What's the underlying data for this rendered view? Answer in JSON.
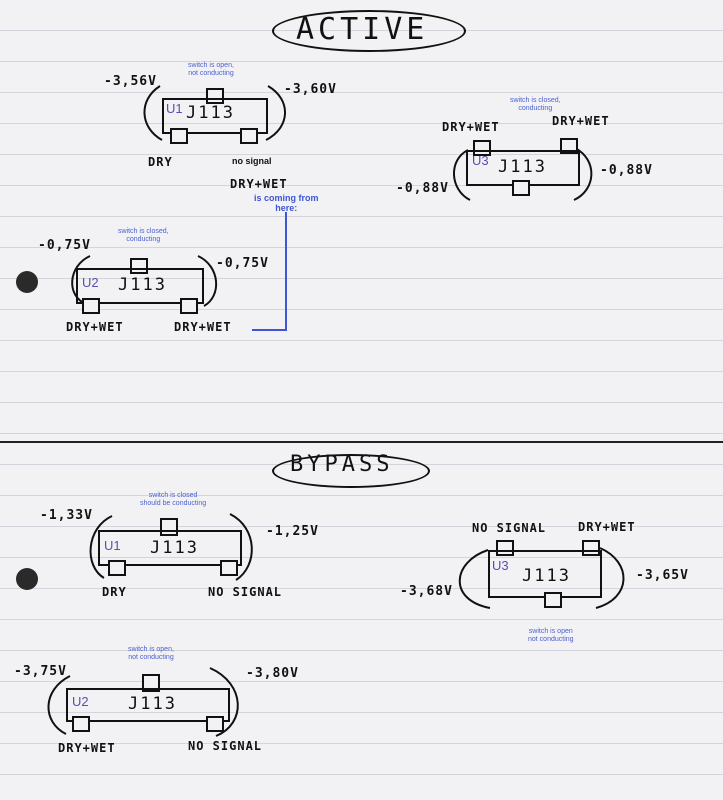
{
  "active": {
    "title": "ACTIVE",
    "u1": {
      "id": "U1",
      "part": "J113",
      "v_left": "-3,56V",
      "v_right": "-3,60V",
      "pin_left": "DRY",
      "pin_right": "no signal",
      "note": [
        "switch is open,",
        "not conducting"
      ]
    },
    "u2": {
      "id": "U2",
      "part": "J113",
      "v_left": "-0,75V",
      "v_right": "-0,75V",
      "pin_left": "DRY+WET",
      "pin_right": "DRY+WET",
      "note": [
        "switch is closed,",
        "conducting"
      ]
    },
    "u3": {
      "id": "U3",
      "part": "J113",
      "v_left": "-0,88V",
      "v_right": "-0,88V",
      "pin_left": "DRY+WET",
      "pin_right": "DRY+WET",
      "note": [
        "switch is closed,",
        "conducting"
      ]
    },
    "dry_wet_source": "DRY+WET",
    "coming_from": [
      "is coming from",
      "here:"
    ]
  },
  "bypass": {
    "title": "BYPASS",
    "u1": {
      "id": "U1",
      "part": "J113",
      "v_left": "-1,33V",
      "v_right": "-1,25V",
      "pin_left": "DRY",
      "pin_right": "NO SIGNAL",
      "note": [
        "switch is closed",
        "should be conducting"
      ]
    },
    "u2": {
      "id": "U2",
      "part": "J113",
      "v_left": "-3,75V",
      "v_right": "-3,80V",
      "pin_left": "DRY+WET",
      "pin_right": "NO SIGNAL",
      "note": [
        "switch is open,",
        "not conducting"
      ]
    },
    "u3": {
      "id": "U3",
      "part": "J113",
      "v_left": "-3,68V",
      "v_right": "-3,65V",
      "pin_left": "NO SIGNAL",
      "pin_right": "DRY+WET",
      "note": [
        "switch is open",
        "not conducting"
      ]
    }
  }
}
